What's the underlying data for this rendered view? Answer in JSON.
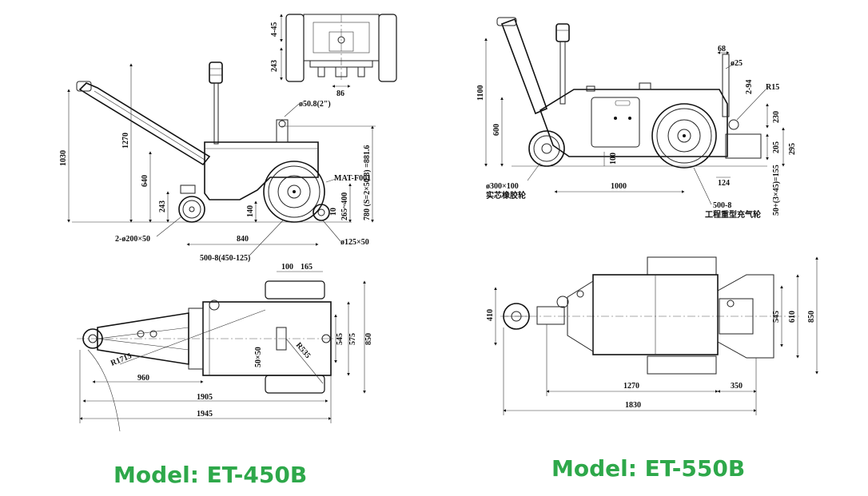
{
  "models": {
    "left": {
      "caption": "Model: ET-450B"
    },
    "right": {
      "caption": "Model: ET-550B"
    }
  },
  "et450": {
    "rear_view": {
      "d_4_45": "4-45",
      "d_243": "243",
      "d_86": "86"
    },
    "side_view": {
      "d_1030": "1030",
      "d_1270": "1270",
      "d_640": "640",
      "d_243": "243",
      "d_140": "140",
      "d_10": "10",
      "d_840": "840",
      "hitch_pin": "ø50.8(2\")",
      "mat_code": "MAT-F001",
      "hitch_range": "780 (S=2×50.8) =881.6",
      "range_265_400": "265~400",
      "caster": "2-ø200×50",
      "drive_wheel": "500-8(450-125)",
      "front_wheel": "ø125×50"
    },
    "top_view": {
      "d_100": "100",
      "d_165": "165",
      "d_545": "545",
      "d_575": "575",
      "d_850": "850",
      "d_50x50": "50×50",
      "r535": "R535",
      "r1715": "R1715",
      "d_960": "960",
      "d_1905": "1905",
      "d_1945": "1945"
    }
  },
  "et550": {
    "side_view": {
      "d_1100": "1100",
      "d_600": "600",
      "d_100": "100",
      "d_1000": "1000",
      "d_68": "68",
      "d_25": "ø25",
      "d_2_94": "2-94",
      "r15": "R15",
      "d_230": "230",
      "d_205": "205",
      "d_295": "295",
      "d_124": "124",
      "d_50_3x45": "50+(3×45)=155",
      "front_wheel": "ø300×100",
      "front_wheel_cn": "实芯橡胶轮",
      "drive_wheel": "500-8",
      "drive_wheel_cn": "工程重型充气轮"
    },
    "top_view": {
      "d_410": "410",
      "d_545": "545",
      "d_610": "610",
      "d_850": "850",
      "d_1270": "1270",
      "d_350": "350",
      "d_1830": "1830"
    }
  }
}
